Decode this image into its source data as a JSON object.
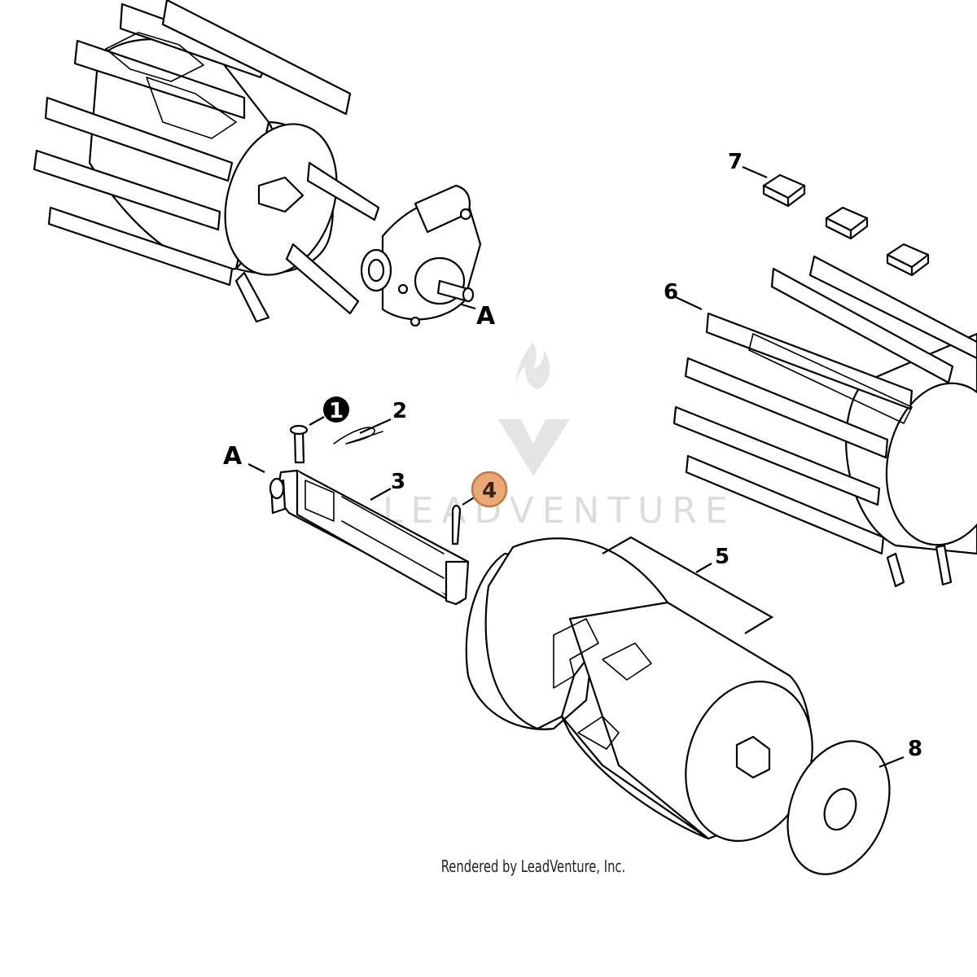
{
  "diagram": {
    "callouts": [
      {
        "id": "1",
        "label": "1",
        "style": "filled-black"
      },
      {
        "id": "2",
        "label": "2",
        "style": "plain"
      },
      {
        "id": "3",
        "label": "3",
        "style": "plain"
      },
      {
        "id": "4",
        "label": "4",
        "style": "highlighted",
        "color": "#e8a878"
      },
      {
        "id": "5",
        "label": "5",
        "style": "plain"
      },
      {
        "id": "6",
        "label": "6",
        "style": "plain"
      },
      {
        "id": "7",
        "label": "7",
        "style": "plain"
      },
      {
        "id": "8",
        "label": "8",
        "style": "plain"
      }
    ],
    "ref_marks": [
      "A",
      "A"
    ],
    "watermark": "LEADVENTURE",
    "credit": "Rendered by LeadVenture, Inc.",
    "colors": {
      "line": "#000000",
      "highlight": "#e8a878",
      "highlight_stroke": "#c07a46",
      "watermark": "#d9d9d9"
    }
  }
}
